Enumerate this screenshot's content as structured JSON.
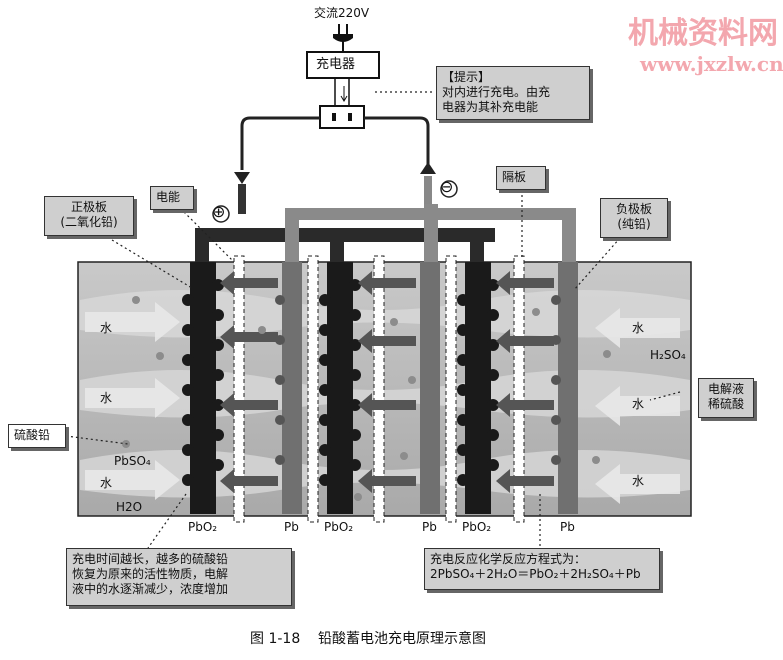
{
  "watermark": {
    "line1": "机械资料网",
    "line2": "www.jxzlw.cn"
  },
  "power": {
    "source": "交流220V",
    "charger": "充电器"
  },
  "callouts": {
    "hint_title": "【提示】",
    "hint_body": [
      "对内进行充电。由充",
      "电器为其补充电能"
    ],
    "energy": "电能",
    "separator": "隔板",
    "positive_plate": [
      "正极板",
      "(二氧化铅)"
    ],
    "negative_plate": [
      "负极板",
      "(纯铅)"
    ],
    "electrolyte": [
      "电解液",
      "稀硫酸"
    ],
    "lead_sulfate": "硫酸铅",
    "charge_note": [
      "充电时间越长，越多的硫酸铅",
      "恢复为原来的活性物质，电解",
      "液中的水逐渐减少，浓度增加"
    ],
    "reaction_title": "充电反应化学反应方程式为：",
    "reaction_eq": "2PbSO₄＋2H₂O＝PbO₂＋2H₂SO₄＋Pb"
  },
  "terminals": {
    "plus": "⊕",
    "minus": "⊖"
  },
  "labels": {
    "water": "水",
    "h2so4": "H₂SO₄",
    "pbso4": "PbSO₄",
    "h2o": "H2O",
    "pbo2": "PbO₂",
    "pb": "Pb"
  },
  "caption": "图 1-18    铅酸蓄电池充电原理示意图",
  "colors": {
    "dark_plate": "#1a1a1a",
    "gray_plate": "#707070",
    "electrolyte": "#bdbdbd",
    "arrow": "#555555"
  }
}
